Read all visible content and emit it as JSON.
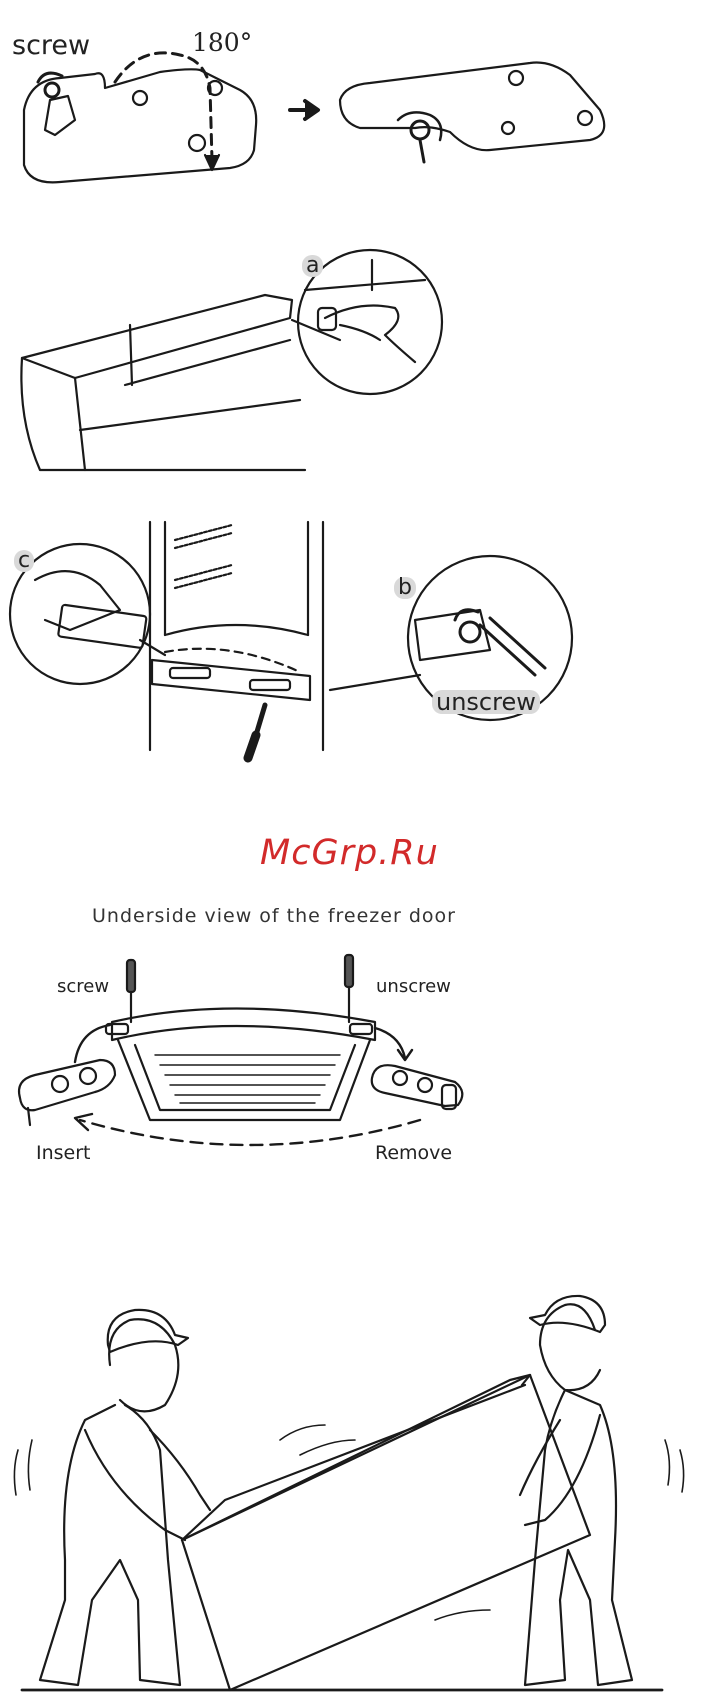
{
  "figure1": {
    "screw_label": "screw",
    "angle_label": "180°"
  },
  "figure2": {
    "callout_a": "a"
  },
  "figure3": {
    "callout_b": "b",
    "callout_c": "c",
    "unscrew_label": "unscrew"
  },
  "watermark": {
    "text": "McGrp.Ru",
    "color": "#d22a2a"
  },
  "figure4": {
    "caption": "Underside view of the freezer door",
    "screw_label": "screw",
    "unscrew_label": "unscrew",
    "insert_label": "Insert",
    "remove_label": "Remove"
  }
}
